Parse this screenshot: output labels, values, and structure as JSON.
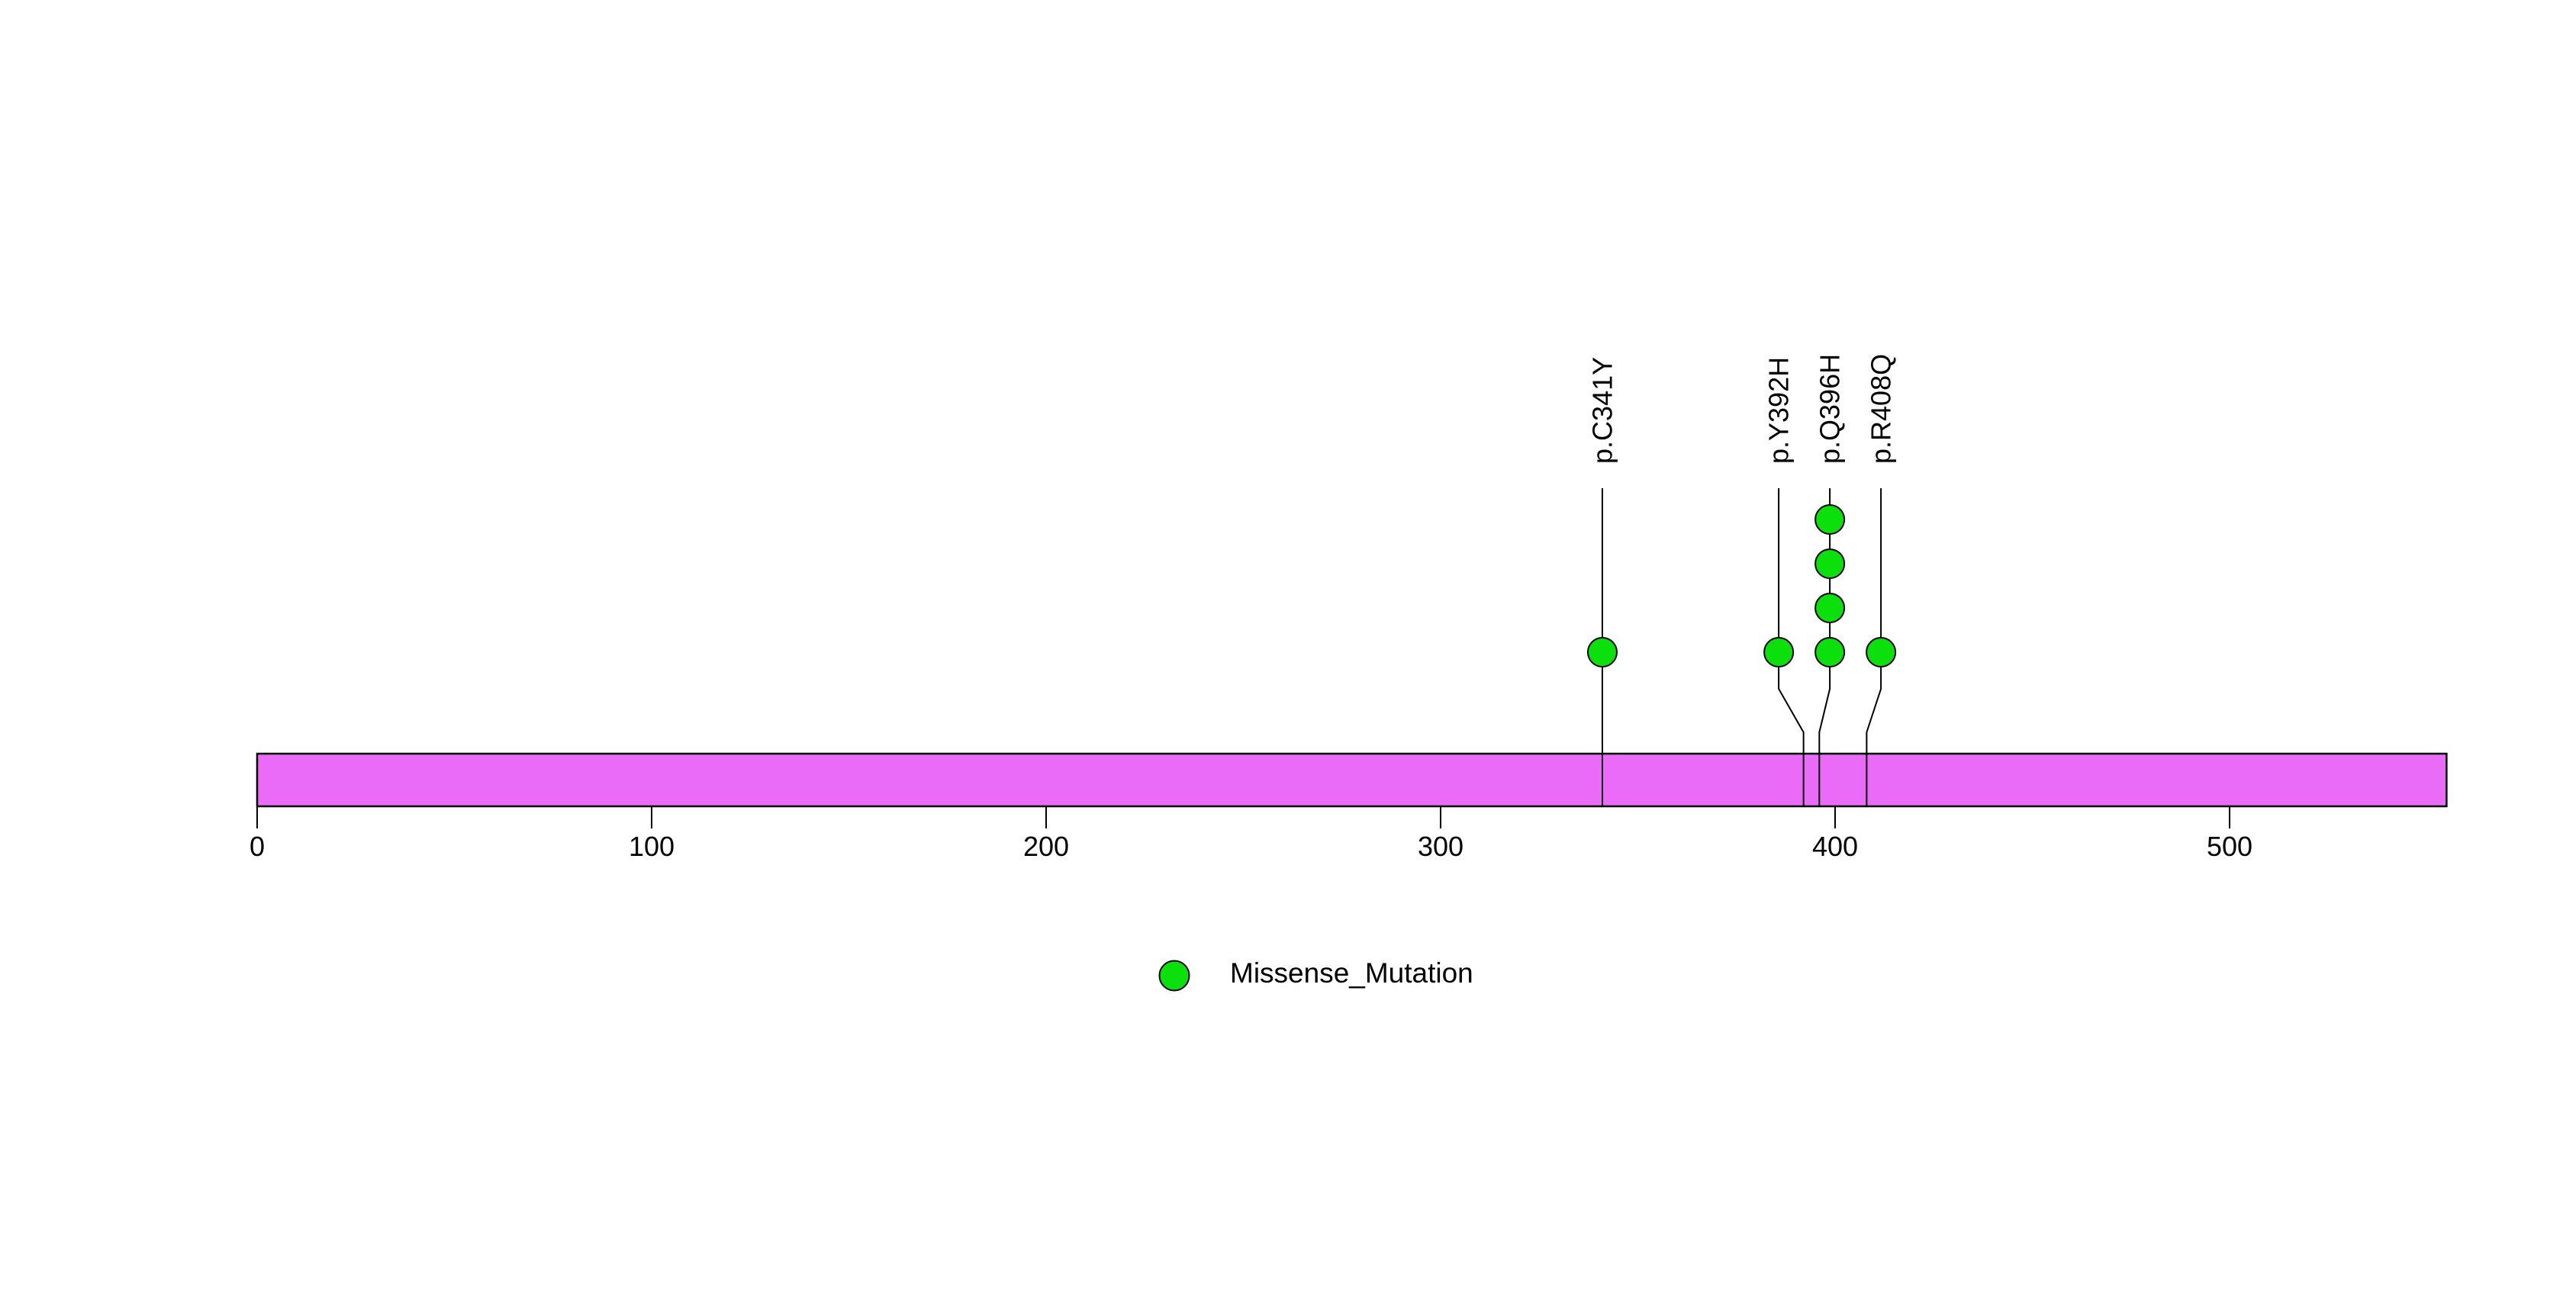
{
  "chart_data": {
    "type": "lollipop",
    "description": "Protein mutation lollipop plot",
    "background_color": "#ffffff",
    "protein": {
      "length": 555,
      "bar_color": "#e96bf7",
      "bar_border_color": "#000000"
    },
    "axis": {
      "range": [
        0,
        555
      ],
      "ticks": [
        0,
        100,
        200,
        300,
        400,
        500
      ],
      "tick_color": "#000000",
      "label_color": "#000000",
      "grid": false
    },
    "mutations": [
      {
        "label": "p.C341Y",
        "position": 341,
        "count": 1,
        "type": "Missense_Mutation"
      },
      {
        "label": "p.Y392H",
        "position": 392,
        "count": 1,
        "type": "Missense_Mutation"
      },
      {
        "label": "p.Q396H",
        "position": 396,
        "count": 4,
        "type": "Missense_Mutation"
      },
      {
        "label": "p.R408Q",
        "position": 408,
        "count": 1,
        "type": "Missense_Mutation"
      }
    ],
    "mutation_types": {
      "Missense_Mutation": {
        "color": "#0ce00c",
        "stroke": "#000000"
      }
    },
    "legend": {
      "position": "bottom",
      "items": [
        {
          "label": "Missense_Mutation",
          "color": "#0ce00c",
          "shape": "circle"
        }
      ]
    }
  }
}
